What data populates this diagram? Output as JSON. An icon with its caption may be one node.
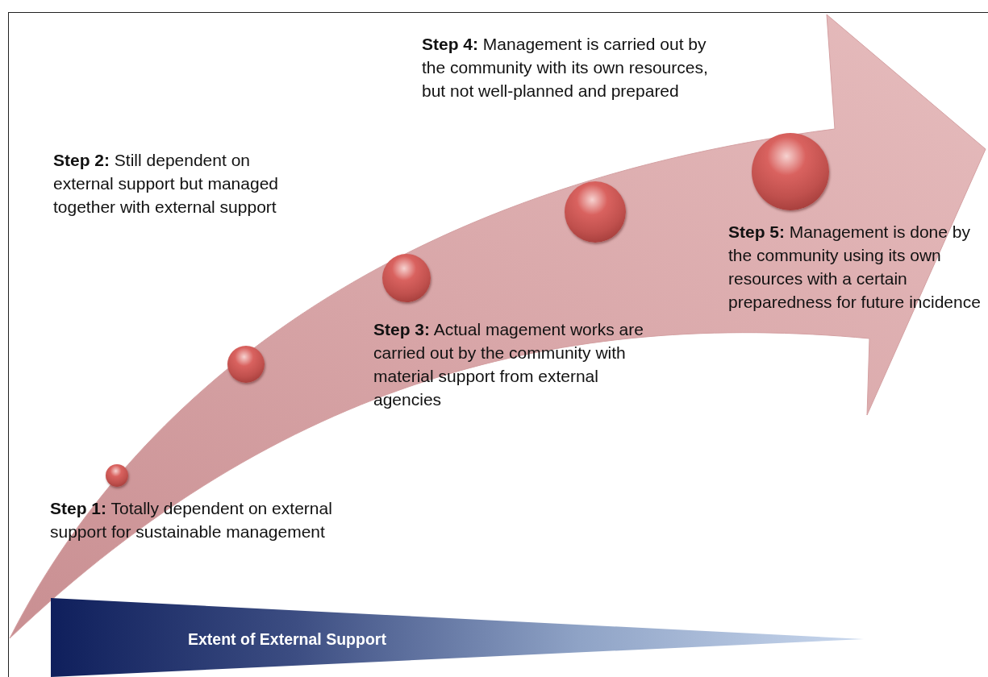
{
  "diagram": {
    "nodes": [
      {
        "text": [],
        "shape": "circle"
      },
      {
        "text": [],
        "shape": "circle"
      },
      {
        "text": [],
        "shape": "circle"
      },
      {
        "text": [],
        "shape": "circle"
      },
      {
        "text": [],
        "shape": "circle"
      },
      {
        "text": [
          "Extent of External Support"
        ]
      }
    ],
    "labels": [
      "**Step 4:** Management is carried out by the community with its own resources, but not well-planned and prepared",
      "**Step 2:** Still dependent on external support but managed together with external support",
      "**Step 5:** Management is done by the community using its own resources with a certain preparedness for future incidence",
      "**Step 3:** Actual magement works are carried out by the community with material support from external agencies",
      "**Step 1:** Totally dependent on external support for sustainable management"
    ]
  }
}
